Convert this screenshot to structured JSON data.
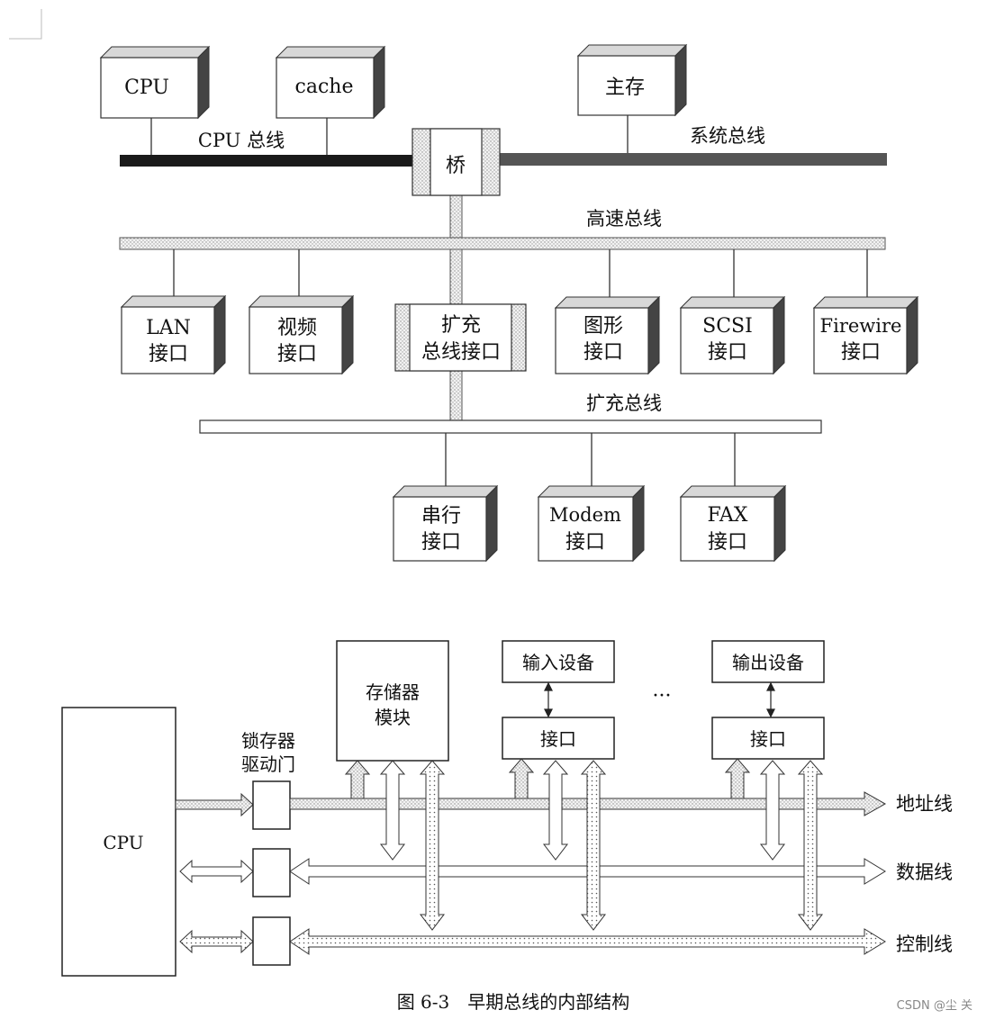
{
  "top": {
    "cpu": "CPU",
    "cache": "cache",
    "main_memory": "主存",
    "cpu_bus": "CPU 总线",
    "system_bus": "系统总线",
    "bridge": "桥",
    "high_speed_bus": "高速总线",
    "lan": [
      "LAN",
      "接口"
    ],
    "video": [
      "视频",
      "接口"
    ],
    "expansion_interface": [
      "扩充",
      "总线接口"
    ],
    "graphics": [
      "图形",
      "接口"
    ],
    "scsi": [
      "SCSI",
      "接口"
    ],
    "firewire": [
      "Firewire",
      "接口"
    ],
    "expansion_bus": "扩充总线",
    "serial": [
      "串行",
      "接口"
    ],
    "modem": [
      "Modem",
      "接口"
    ],
    "fax": [
      "FAX",
      "接口"
    ]
  },
  "bottom": {
    "cpu": "CPU",
    "latch": [
      "锁存器",
      "驱动门"
    ],
    "memory": [
      "存储器",
      "模块"
    ],
    "input_device": "输入设备",
    "output_device": "输出设备",
    "interface": "接口",
    "ellipsis": "···",
    "address_line": "地址线",
    "data_line": "数据线",
    "control_line": "控制线"
  },
  "caption": "图 6-3　早期总线的内部结构",
  "watermark": "CSDN @尘  关"
}
